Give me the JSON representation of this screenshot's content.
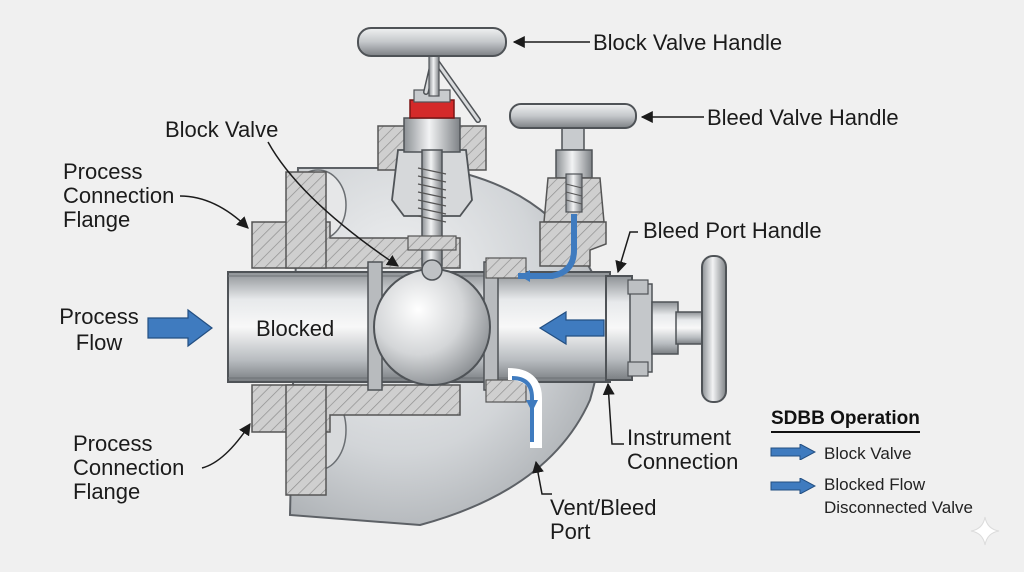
{
  "labels": {
    "block_valve_handle": "Block Valve Handle",
    "bleed_valve_handle": "Bleed Valve Handle",
    "block_valve": "Block Valve",
    "process_flange_top_1": "Process",
    "process_flange_top_2": "Connection",
    "process_flange_top_3": "Flange",
    "bleed_port_handle": "Bleed Port  Handle",
    "process_flow_1": "Process",
    "process_flow_2": "Flow",
    "blocked": "Blocked",
    "instrument_connection_1": "Instrument",
    "instrument_connection_2": "Connection",
    "process_flange_bottom_1": "Process",
    "process_flange_bottom_2": "Connection",
    "process_flange_bottom_3": "Flange",
    "vent_bleed_1": "Vent/Bleed",
    "vent_bleed_2": "Port"
  },
  "legend": {
    "title": "SDBB Operation",
    "item1": "Block Valve",
    "item2_line1": "Blocked Flow",
    "item2_line2": "Disconnected Valve"
  },
  "colors": {
    "flow_arrow": "#3f7bbf",
    "seal_red": "#d42a2a",
    "metal": "#c9ccd0",
    "hatch": "#9a9a9a"
  }
}
